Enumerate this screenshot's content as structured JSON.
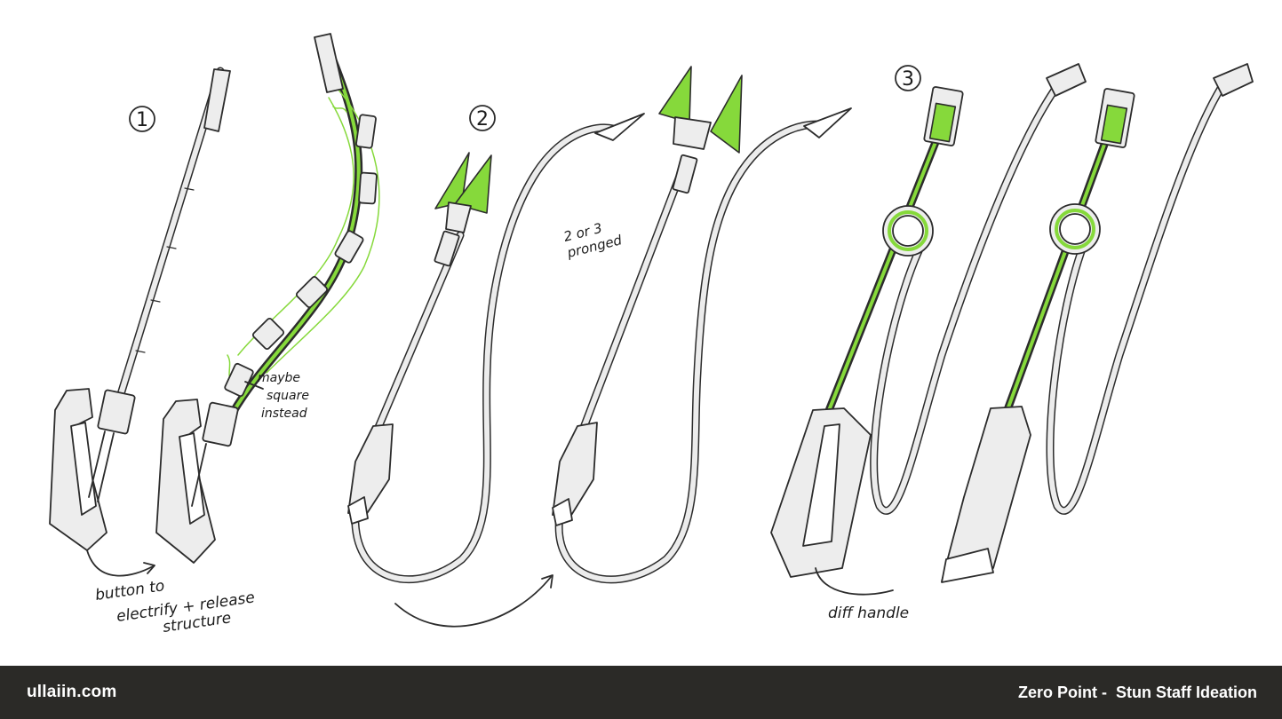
{
  "sheet": {
    "labels": {
      "num1": "1",
      "num2": "2",
      "num3": "3"
    },
    "notes": {
      "maybe_line1": "maybe",
      "maybe_line2": "square",
      "maybe_line3": "instead",
      "button_line1": "button to",
      "button_line2": "electrify + release",
      "button_line3": "structure",
      "pronged_line1": "2 or 3",
      "pronged_line2": "pronged",
      "handle": "diff handle"
    },
    "colors": {
      "accent_green": "#86d93b",
      "footer_bg": "#2b2a27"
    }
  },
  "footer": {
    "site": "ullaiin.com",
    "project": "Zero Point -  Stun Staff Ideation"
  }
}
